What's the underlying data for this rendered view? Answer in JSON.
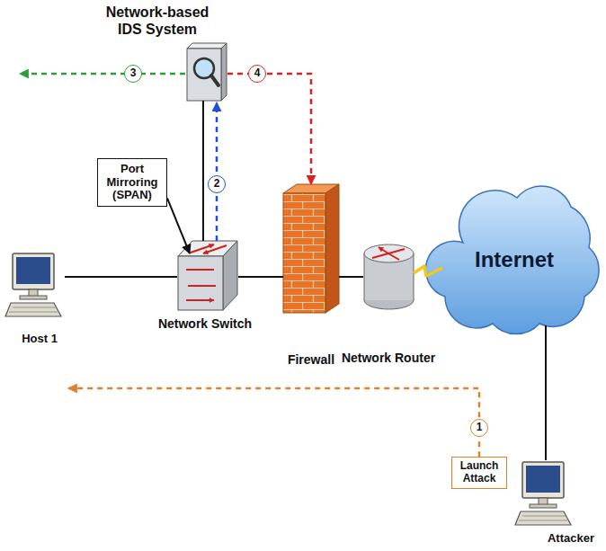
{
  "diagram": {
    "nodes": [
      {
        "text": [
          "Network-based IDS System"
        ]
      },
      {
        "text": [
          "Port Mirroring (SPAN)"
        ]
      },
      {
        "text": [
          "Host 1"
        ]
      },
      {
        "text": [
          "Network Switch"
        ]
      },
      {
        "text": [
          "Firewall"
        ]
      },
      {
        "text": [
          "Network Router"
        ]
      },
      {
        "text": [
          "Internet"
        ]
      },
      {
        "text": [
          "Launch Attack"
        ]
      },
      {
        "text": [
          "Attacker"
        ]
      }
    ],
    "edges": [
      {
        "from": 2,
        "to": 3,
        "arrow": "none"
      },
      {
        "from": 3,
        "to": 4,
        "arrow": "none"
      },
      {
        "from": 4,
        "to": 5,
        "arrow": "none"
      },
      {
        "from": 5,
        "to": 6,
        "arrow": "none"
      },
      {
        "from": 6,
        "to": 8,
        "arrow": "none"
      },
      {
        "from": 3,
        "to": 0,
        "arrow": "none"
      },
      {
        "from": 3,
        "to": 0,
        "label": "2",
        "arrow": "to"
      },
      {
        "from": 0,
        "to": 4,
        "label": "4",
        "arrow": "to"
      },
      {
        "from": 1,
        "to": 3,
        "arrow": "to"
      },
      {
        "from": 7,
        "to": 2,
        "label": "1",
        "arrow": "to"
      }
    ],
    "labels": [
      "3"
    ]
  }
}
